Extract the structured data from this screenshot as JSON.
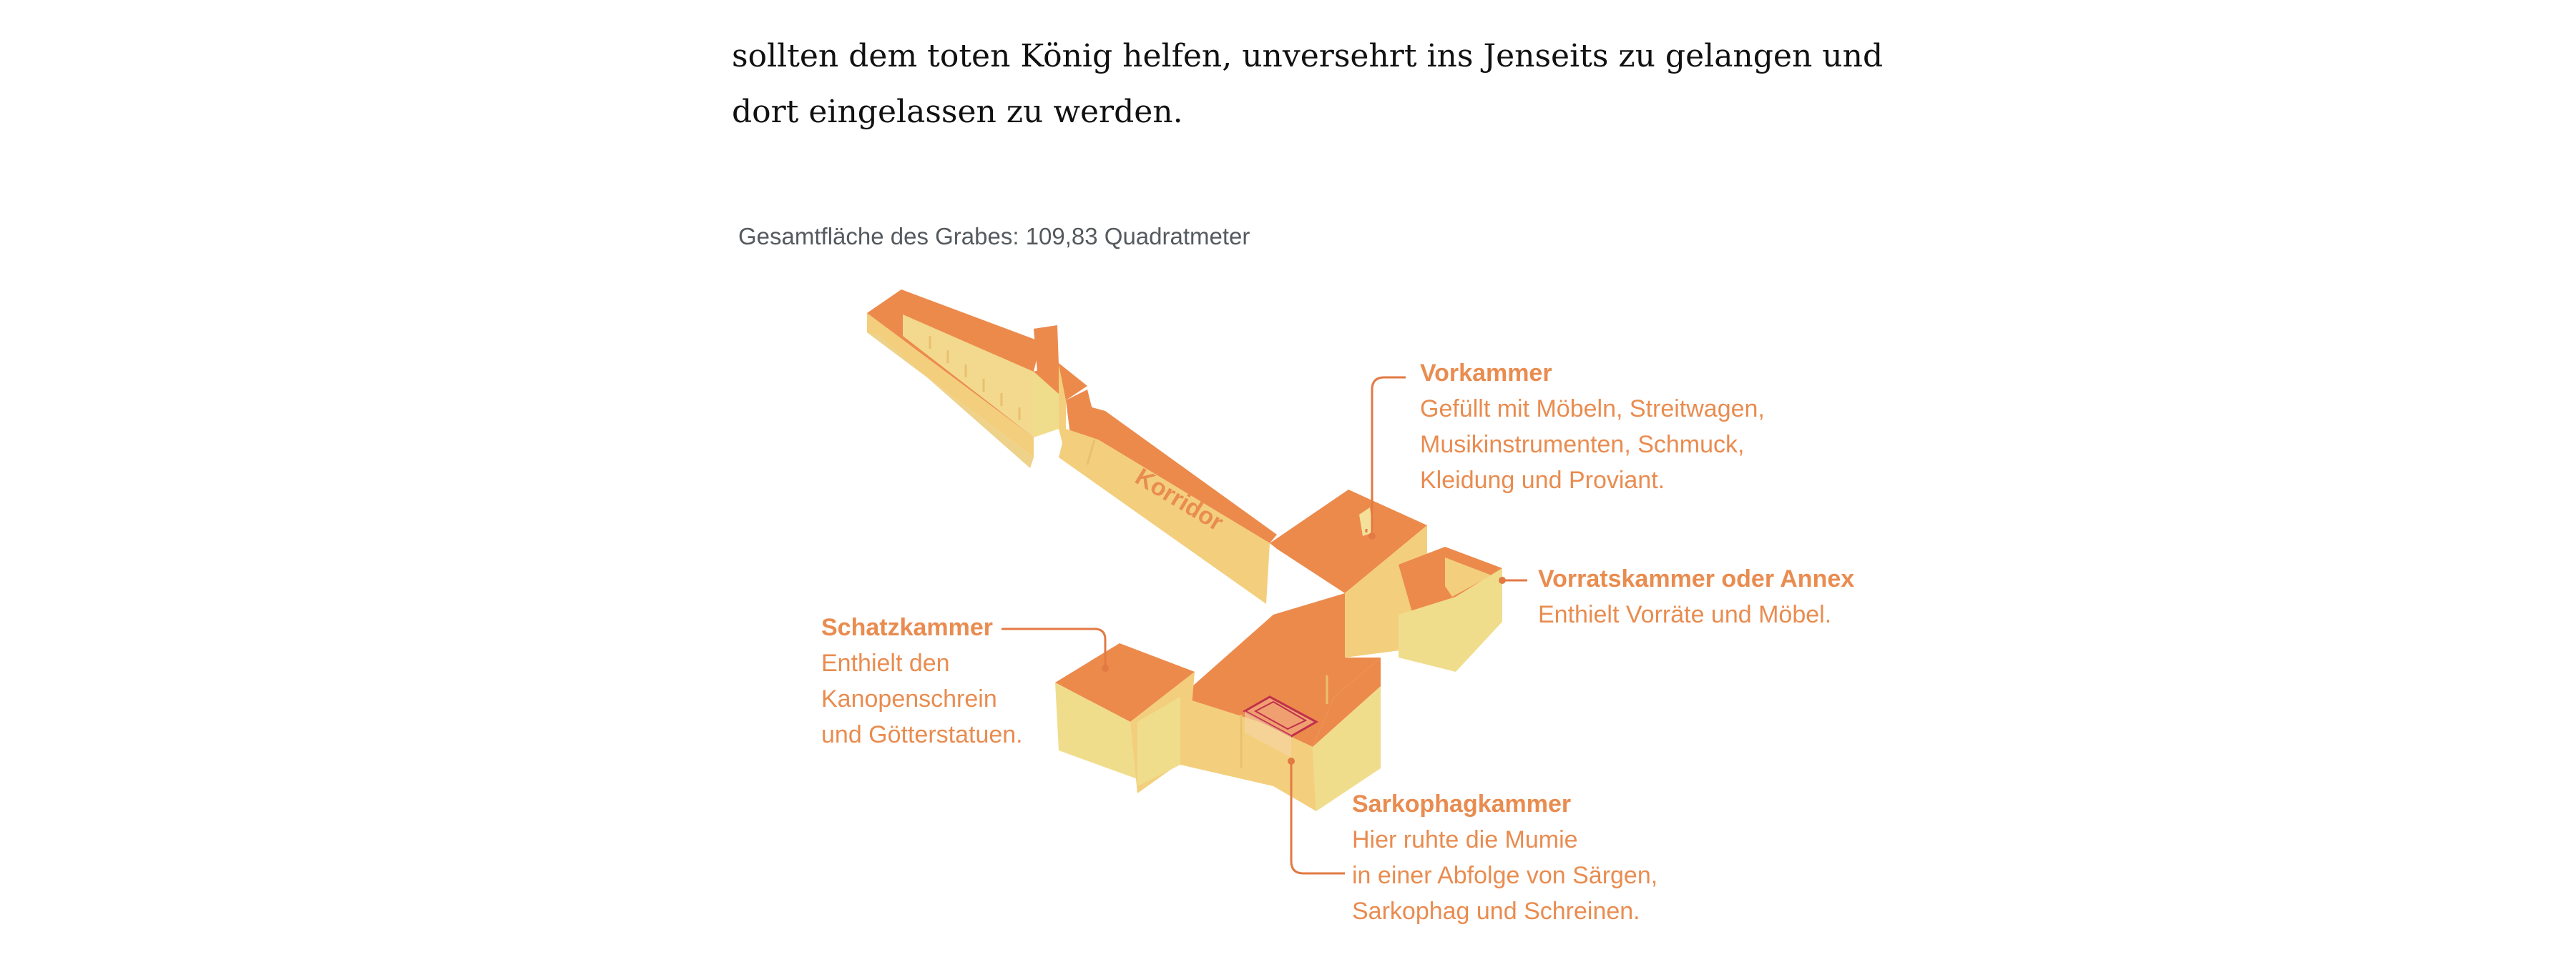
{
  "intro": {
    "line1": "sollten dem toten König helfen, unversehrt ins Jenseits zu gelangen und",
    "line2": "dort eingelassen zu werden."
  },
  "total_area": "Gesamtfläche des Grabes: 109,83 Quadratmeter",
  "colors": {
    "accent": "#e98c50",
    "roof": "#ec8a4c",
    "wall_light": "#f0dd8c",
    "wall_mid": "#f3cf7d",
    "leader": "#e27a43"
  },
  "labels": {
    "corridor": "Korridor",
    "vorkammer": {
      "title": "Vorkammer",
      "lines": [
        "Gefüllt mit Möbeln, Streitwagen,",
        "Musikinstrumenten, Schmuck,",
        "Kleidung und Proviant."
      ]
    },
    "annex": {
      "title": "Vorratskammer oder Annex",
      "lines": [
        "Enthielt Vorräte und Möbel."
      ]
    },
    "schatzkammer": {
      "title": "Schatzkammer",
      "lines": [
        "Enthielt den",
        "Kanopenschrein",
        "und Götterstatuen."
      ]
    },
    "sarkophag": {
      "title": "Sarkophagkammer",
      "lines": [
        "Hier ruhte die Mumie",
        "in einer Abfolge von Särgen,",
        "Sarkophag und Schreinen."
      ]
    }
  }
}
